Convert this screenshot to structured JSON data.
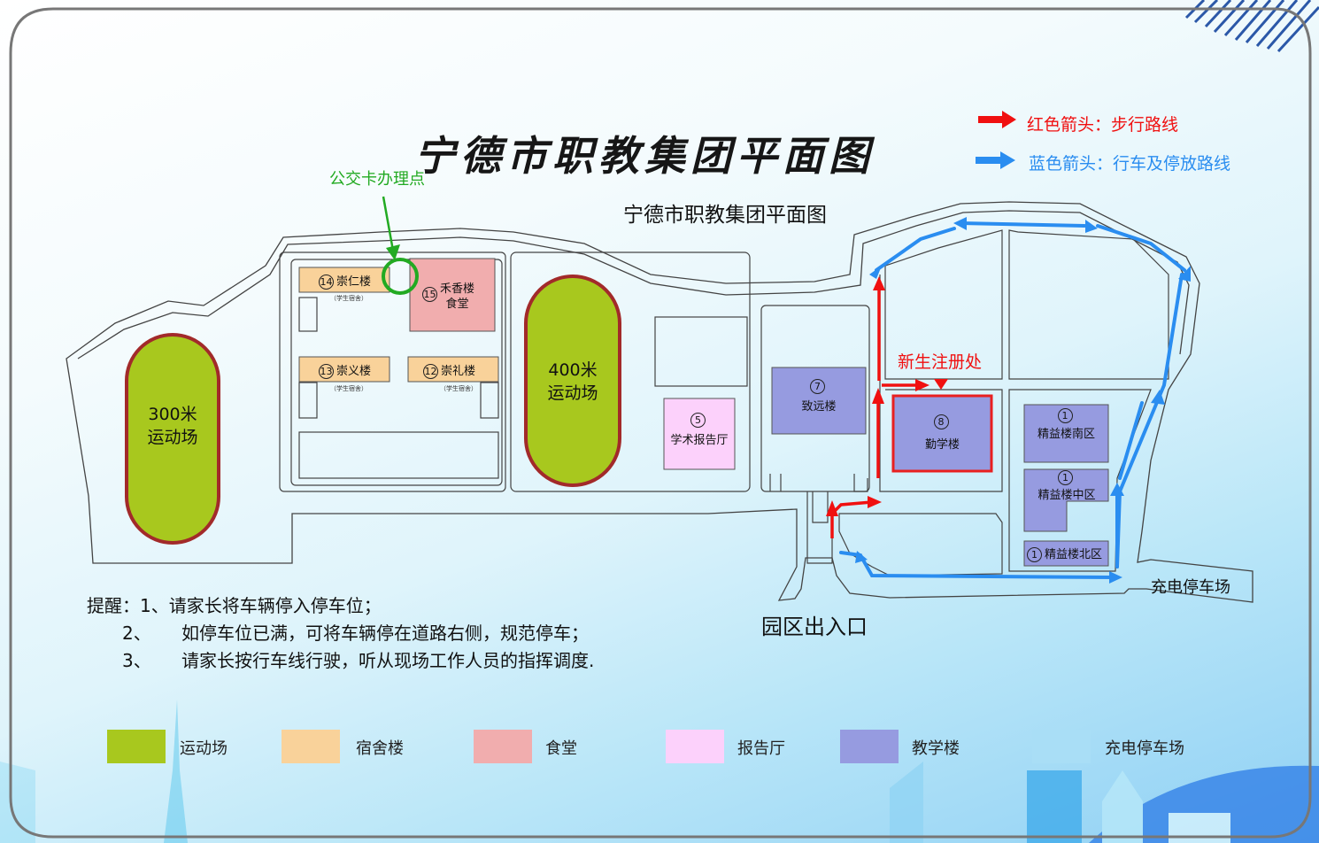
{
  "title": "宁德市职教集团平面图",
  "subtitle": "宁德市职教集团平面图",
  "arrow_legend": {
    "red": "红色箭头：步行路线",
    "blue": "蓝色箭头：行车及停放路线",
    "red_color": "#f01010",
    "blue_color": "#2a8df0"
  },
  "annotations": {
    "bus_card": "公交卡办理点",
    "registration": "新生注册处",
    "entrance": "园区出入口",
    "charging_lot": "充电停车场"
  },
  "fields": {
    "field300": [
      "300米",
      "运动场"
    ],
    "field400": [
      "400米",
      "运动场"
    ]
  },
  "buildings": {
    "b14": {
      "num": "14",
      "name": "崇仁楼",
      "note": "（学生宿舍）"
    },
    "b15": {
      "num": "15",
      "name": "禾香楼",
      "name2": "食堂"
    },
    "b13": {
      "num": "13",
      "name": "崇义楼",
      "note": "（学生宿舍）"
    },
    "b12": {
      "num": "12",
      "name": "崇礼楼",
      "note": "（学生宿舍）"
    },
    "b5": {
      "num": "5",
      "name": "学术报告厅"
    },
    "b7": {
      "num": "7",
      "name": "致远楼"
    },
    "b8": {
      "num": "8",
      "name": "勤学楼"
    },
    "b1s": {
      "num": "1",
      "name": "精益楼南区"
    },
    "b1m": {
      "num": "1",
      "name": "精益楼中区"
    },
    "b1n": {
      "num": "1",
      "name": "精益楼北区"
    }
  },
  "reminder": {
    "l1": "提醒：1、请家长将车辆停入停车位；",
    "l2n": "2、",
    "l2": "如停车位已满，可将车辆停在道路右侧，规范停车；",
    "l3n": "3、",
    "l3": "请家长按行车线行驶，听从现场工作人员的指挥调度."
  },
  "color_legend": [
    {
      "label": "运动场",
      "color": "#a8c81e"
    },
    {
      "label": "宿舍楼",
      "color": "#f9d29a"
    },
    {
      "label": "食堂",
      "color": "#f1adae"
    },
    {
      "label": "报告厅",
      "color": "#fcd1fb"
    },
    {
      "label": "教学楼",
      "color": "#969be0"
    },
    {
      "label": "充电停车场",
      "color": "#a9def6"
    }
  ]
}
